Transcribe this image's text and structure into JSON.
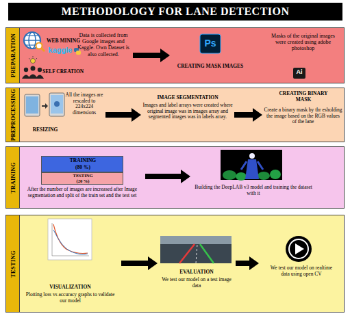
{
  "diagram": {
    "title": "METHODOLOGY FOR LANE DETECTION",
    "nodes": [
      {
        "text": [
          "PREPARATION"
        ]
      },
      {
        "text": [
          "WEB MINING",
          "SELF CREATION",
          "Data is collected from Google images and Kaggle. Own Dataset is also collected."
        ],
        "in": 0
      },
      {
        "text": [
          "CREATING MASK IMAGES",
          "Masks of the original images were created using adobe photoshop"
        ],
        "in": 0
      },
      {
        "text": [
          "PREPROCESSING"
        ]
      },
      {
        "text": [
          "RESIZING",
          "All the images are rescaled to 224x224 dimensions"
        ],
        "in": 3
      },
      {
        "text": [
          "IMAGE SEGMENTATION",
          "Images and label arrays were created where original image was in images array and segmented images was in labels array."
        ],
        "in": 3
      },
      {
        "text": [
          "CREATING BINARY MASK",
          "Create a binary mask by thr esholding the image based on the RGB values of the lane"
        ],
        "in": 3
      },
      {
        "text": [
          "TRAINING"
        ]
      },
      {
        "text": [
          "After the number of images are increased after Image segmentation and split of the train set and the test set"
        ],
        "in": 7
      },
      {
        "text": [
          "TRAINING",
          "(80 %)"
        ],
        "in": 8
      },
      {
        "text": [
          "TESTING",
          "(20 %)"
        ],
        "in": 8
      },
      {
        "text": [
          "Building the DeepLAB v3 model and training the dataset with it"
        ],
        "in": 7
      },
      {
        "text": [
          "TESTING"
        ]
      },
      {
        "text": [
          "VISUALIZATION",
          "Plotting loss vs accuracy graphs to validate our model"
        ],
        "in": 12
      },
      {
        "text": [
          "EVALUATION",
          "We test our model on a test image data"
        ],
        "in": 12
      },
      {
        "text": [
          "We test our model on realtime data using open CV"
        ],
        "in": 12
      }
    ],
    "edges": [
      {
        "from": 1,
        "to": 2,
        "arrow": "to"
      },
      {
        "from": 4,
        "to": 5,
        "arrow": "to"
      },
      {
        "from": 5,
        "to": 6,
        "arrow": "to"
      },
      {
        "from": 8,
        "to": 11,
        "arrow": "to"
      },
      {
        "from": 13,
        "to": 14,
        "arrow": "to"
      },
      {
        "from": 14,
        "to": 15,
        "arrow": "to"
      }
    ],
    "labels": [
      "kaggle",
      "Ps",
      "Ai"
    ]
  }
}
